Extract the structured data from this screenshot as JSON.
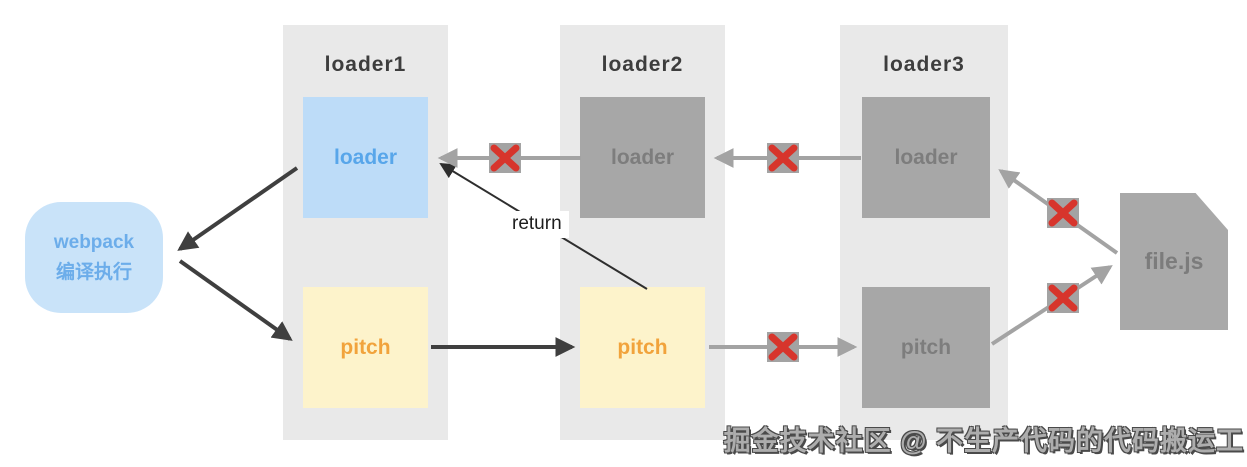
{
  "diagram": {
    "title_context": "webpack loader pitch execution flow",
    "webpack": {
      "line1": "webpack",
      "line2": "编译执行"
    },
    "columns": [
      {
        "title": "loader1",
        "loader_label": "loader",
        "pitch_label": "pitch",
        "loader_state": "executed",
        "pitch_state": "executed"
      },
      {
        "title": "loader2",
        "loader_label": "loader",
        "pitch_label": "pitch",
        "loader_state": "skipped",
        "pitch_state": "executed"
      },
      {
        "title": "loader3",
        "loader_label": "loader",
        "pitch_label": "pitch",
        "loader_state": "skipped",
        "pitch_state": "skipped"
      }
    ],
    "file": {
      "label": "file.js"
    },
    "return_label": "return",
    "watermark": "掘金技术社区 @ 不生产代码的代码搬运工",
    "icons": {
      "skip_marks": [
        "x-icon between loader2.loader and loader1.loader",
        "x-icon between loader3.loader and loader2.loader",
        "x-icon between loader2.pitch and loader3.pitch",
        "x-icon between file.js and loader3.loader",
        "x-icon between loader3.pitch and file.js"
      ]
    },
    "colors": {
      "column_bg": "#e9e9e9",
      "blue_box": "#bddcf8",
      "blue_text": "#58a6ea",
      "webpack_box": "#c9e3f9",
      "yellow_box": "#fdf3cb",
      "orange_text": "#f1a33c",
      "gray_box": "#a7a7a7",
      "gray_text": "#7d7d7d",
      "skip_red": "#d7352c",
      "arrow_dark": "#3f3f3f",
      "arrow_gray": "#a3a3a3"
    }
  }
}
